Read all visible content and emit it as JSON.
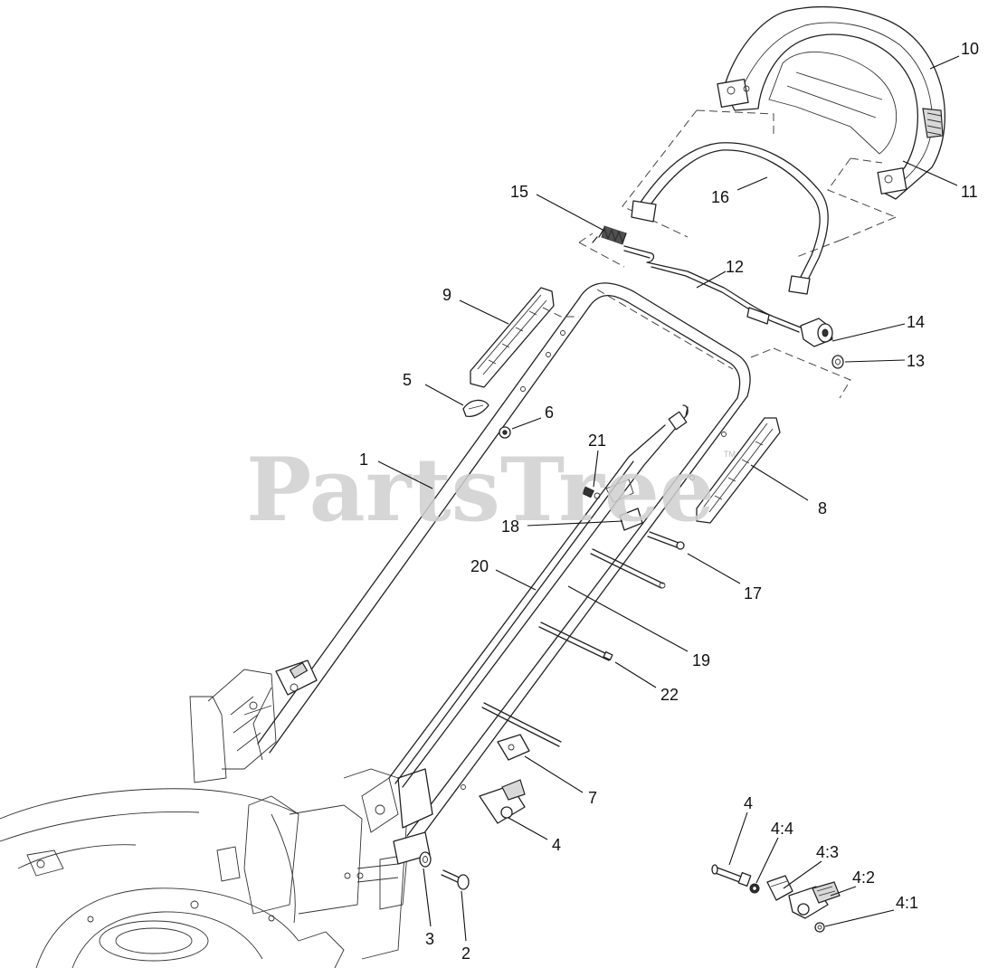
{
  "watermark": {
    "text": "PartsTree",
    "trademark": "TM"
  },
  "callouts": [
    {
      "id": "c1",
      "label": "1"
    },
    {
      "id": "c2",
      "label": "2"
    },
    {
      "id": "c3",
      "label": "3"
    },
    {
      "id": "c4a",
      "label": "4"
    },
    {
      "id": "c4b",
      "label": "4"
    },
    {
      "id": "c4-1",
      "label": "4:1"
    },
    {
      "id": "c4-2",
      "label": "4:2"
    },
    {
      "id": "c4-3",
      "label": "4:3"
    },
    {
      "id": "c4-4",
      "label": "4:4"
    },
    {
      "id": "c5",
      "label": "5"
    },
    {
      "id": "c6",
      "label": "6"
    },
    {
      "id": "c7",
      "label": "7"
    },
    {
      "id": "c8",
      "label": "8"
    },
    {
      "id": "c9",
      "label": "9"
    },
    {
      "id": "c10",
      "label": "10"
    },
    {
      "id": "c11",
      "label": "11"
    },
    {
      "id": "c12",
      "label": "12"
    },
    {
      "id": "c13",
      "label": "13"
    },
    {
      "id": "c14",
      "label": "14"
    },
    {
      "id": "c15",
      "label": "15"
    },
    {
      "id": "c16",
      "label": "16"
    },
    {
      "id": "c17",
      "label": "17"
    },
    {
      "id": "c18",
      "label": "18"
    },
    {
      "id": "c19",
      "label": "19"
    },
    {
      "id": "c20",
      "label": "20"
    },
    {
      "id": "c21",
      "label": "21"
    },
    {
      "id": "c22",
      "label": "22"
    }
  ]
}
